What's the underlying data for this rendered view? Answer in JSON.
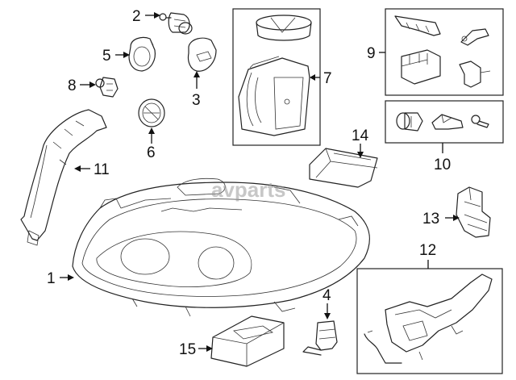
{
  "watermark": "avparts",
  "callouts": {
    "c1": "1",
    "c2": "2",
    "c3": "3",
    "c4": "4",
    "c5": "5",
    "c6": "6",
    "c7": "7",
    "c8": "8",
    "c9": "9",
    "c10": "10",
    "c11": "11",
    "c12": "12",
    "c13": "13",
    "c14": "14",
    "c15": "15"
  }
}
